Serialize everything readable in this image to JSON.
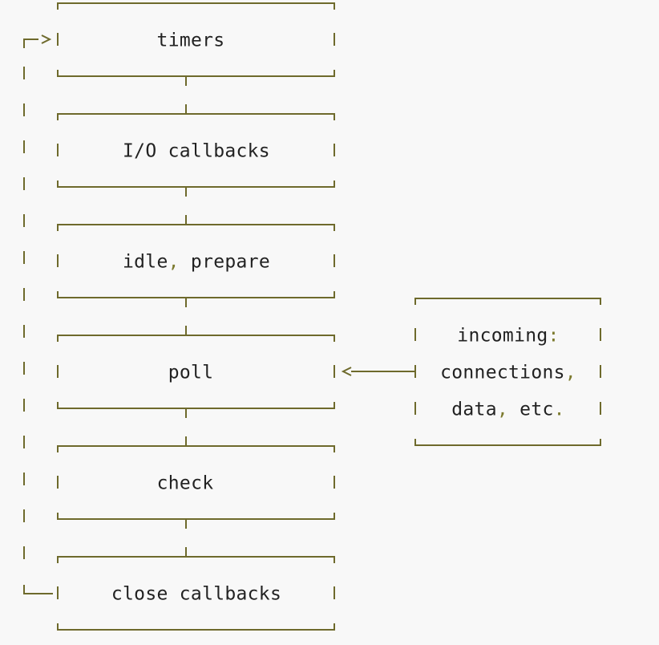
{
  "colors": {
    "line": "#6e6a2c",
    "text": "#222222",
    "punctuation": "#7c7a2e",
    "background": "#f8f8f8"
  },
  "phases": [
    {
      "id": "timers",
      "label": "timers"
    },
    {
      "id": "io-callbacks",
      "label": "I/O callbacks"
    },
    {
      "id": "idle-prepare",
      "label": "idle, prepare"
    },
    {
      "id": "poll",
      "label": "poll"
    },
    {
      "id": "check",
      "label": "check"
    },
    {
      "id": "close-callbacks",
      "label": "close callbacks"
    }
  ],
  "incoming": {
    "lines": [
      "incoming:",
      "connections,",
      "data, etc."
    ]
  }
}
